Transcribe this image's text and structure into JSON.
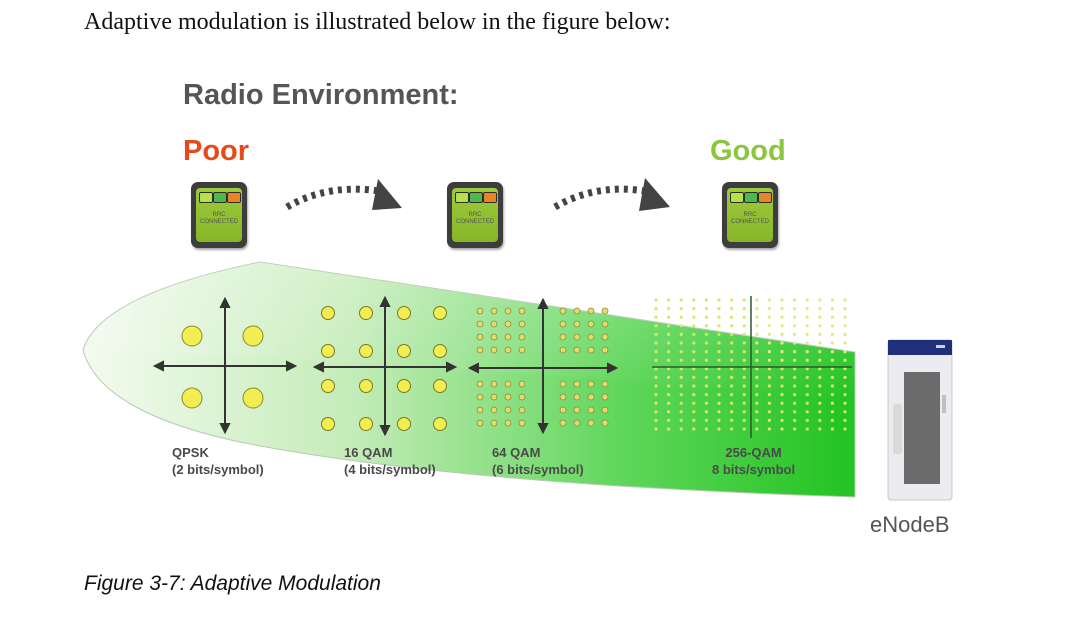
{
  "intro_text": "Adaptive modulation is illustrated below in the figure below:",
  "figure": {
    "title": "Radio Environment:",
    "poor_label": "Poor",
    "good_label": "Good",
    "phone_text": "RRC CONNECTED",
    "modulations": [
      {
        "name": "QPSK",
        "bits": "(2 bits/symbol)"
      },
      {
        "name": "16 QAM",
        "bits": "(4 bits/symbol)"
      },
      {
        "name": "64 QAM",
        "bits": "(6 bits/symbol)"
      },
      {
        "name": "256-QAM",
        "bits": "8 bits/symbol"
      }
    ],
    "base_station_label": "eNodeB",
    "colors": {
      "poor": "#e64a19",
      "good": "#8cc63f",
      "beam_green": "#2fc82f",
      "constellation_point": "#f2ee52",
      "phone_screen": "#9ecb3a"
    }
  },
  "caption": "Figure 3-7: Adaptive Modulation"
}
